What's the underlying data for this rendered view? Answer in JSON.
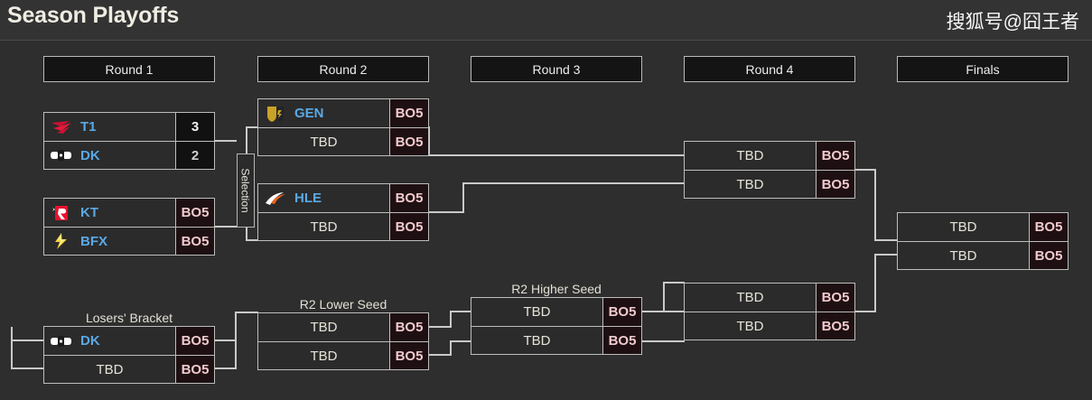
{
  "header": {
    "title": "Season Playoffs",
    "watermark": "搜狐号@囧王者"
  },
  "labels": {
    "selection": "Selection",
    "losers_bracket": "Losers' Bracket",
    "r2_lower_seed": "R2 Lower Seed",
    "r2_higher_seed": "R2 Higher Seed"
  },
  "colors": {
    "background": "#2e2e2e",
    "header_bar": "#333333",
    "border": "#bdbdbd",
    "team_name": "#5aa9e6",
    "tbd_text": "#e6e3d9",
    "bo_bg": "#1e1012",
    "bo_text": "#f2c9ce",
    "score_bg": "#111111",
    "score_text": "#f2f2f2",
    "connector": "#c9c9c9"
  },
  "rounds": [
    {
      "name": "round-1",
      "label": "Round 1"
    },
    {
      "name": "round-2",
      "label": "Round 2"
    },
    {
      "name": "round-3",
      "label": "Round 3"
    },
    {
      "name": "round-4",
      "label": "Round 4"
    },
    {
      "name": "finals",
      "label": "Finals"
    }
  ],
  "matches": {
    "r1_m1": {
      "rows": [
        {
          "team": "T1",
          "logo": "t1-logo",
          "value": "3",
          "value_type": "score",
          "winner": true
        },
        {
          "team": "DK",
          "logo": "dk-logo",
          "value": "2",
          "value_type": "score",
          "winner": false
        }
      ]
    },
    "r1_m2": {
      "rows": [
        {
          "team": "KT",
          "logo": "kt-logo",
          "value": "BO5",
          "value_type": "bo"
        },
        {
          "team": "BFX",
          "logo": "bfx-logo",
          "value": "BO5",
          "value_type": "bo"
        }
      ]
    },
    "r2_m1": {
      "rows": [
        {
          "team": "GEN",
          "logo": "gen-logo",
          "value": "BO5",
          "value_type": "bo"
        },
        {
          "team": "TBD",
          "logo": null,
          "value": "BO5",
          "value_type": "bo"
        }
      ]
    },
    "r2_m2": {
      "rows": [
        {
          "team": "HLE",
          "logo": "hle-logo",
          "value": "BO5",
          "value_type": "bo"
        },
        {
          "team": "TBD",
          "logo": null,
          "value": "BO5",
          "value_type": "bo"
        }
      ]
    },
    "losers_m1": {
      "rows": [
        {
          "team": "DK",
          "logo": "dk-logo",
          "value": "BO5",
          "value_type": "bo"
        },
        {
          "team": "TBD",
          "logo": null,
          "value": "BO5",
          "value_type": "bo"
        }
      ]
    },
    "r2_lower": {
      "rows": [
        {
          "team": "TBD",
          "logo": null,
          "value": "BO5",
          "value_type": "bo"
        },
        {
          "team": "TBD",
          "logo": null,
          "value": "BO5",
          "value_type": "bo"
        }
      ]
    },
    "r2_higher": {
      "rows": [
        {
          "team": "TBD",
          "logo": null,
          "value": "BO5",
          "value_type": "bo"
        },
        {
          "team": "TBD",
          "logo": null,
          "value": "BO5",
          "value_type": "bo"
        }
      ]
    },
    "r4_upper": {
      "rows": [
        {
          "team": "TBD",
          "logo": null,
          "value": "BO5",
          "value_type": "bo"
        },
        {
          "team": "TBD",
          "logo": null,
          "value": "BO5",
          "value_type": "bo"
        }
      ]
    },
    "r4_lower": {
      "rows": [
        {
          "team": "TBD",
          "logo": null,
          "value": "BO5",
          "value_type": "bo"
        },
        {
          "team": "TBD",
          "logo": null,
          "value": "BO5",
          "value_type": "bo"
        }
      ]
    },
    "finals_m": {
      "rows": [
        {
          "team": "TBD",
          "logo": null,
          "value": "BO5",
          "value_type": "bo"
        },
        {
          "team": "TBD",
          "logo": null,
          "value": "BO5",
          "value_type": "bo"
        }
      ]
    }
  }
}
